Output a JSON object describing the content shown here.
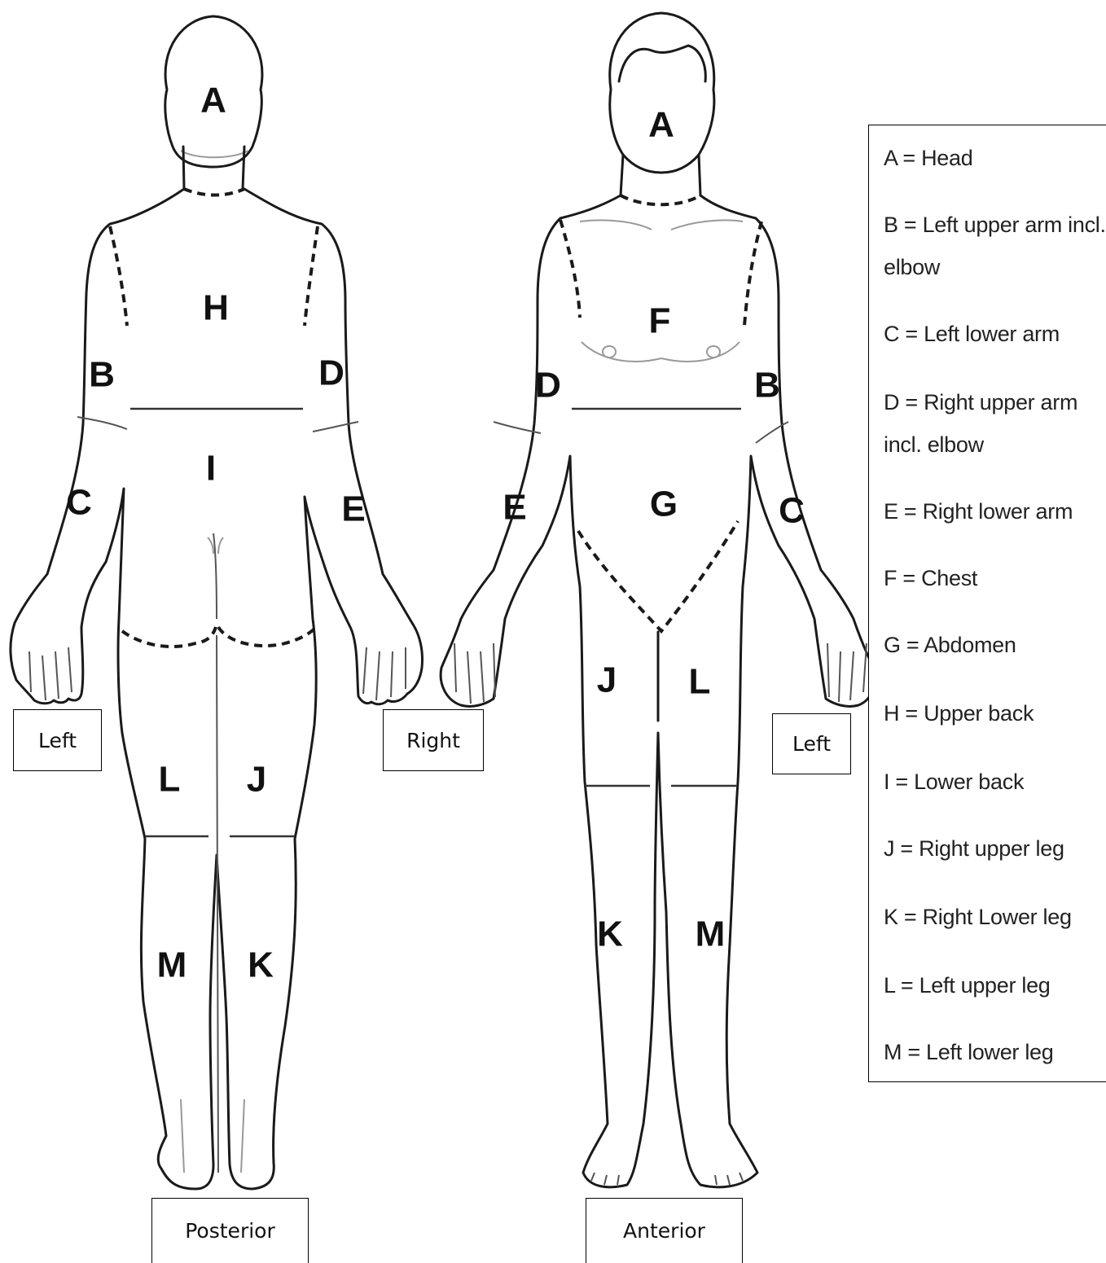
{
  "posterior": {
    "regions": [
      "A",
      "H",
      "B",
      "D",
      "I",
      "C",
      "E",
      "L",
      "J",
      "M",
      "K"
    ],
    "side_left": "Left",
    "side_right": "Right",
    "caption": "Posterior"
  },
  "anterior": {
    "regions": [
      "A",
      "F",
      "D",
      "B",
      "G",
      "E",
      "C",
      "J",
      "L",
      "K",
      "M"
    ],
    "side_left": "Left",
    "caption": "Anterior"
  },
  "legend": [
    "A = Head",
    "B = Left upper arm incl. elbow",
    "C = Left lower arm",
    "D = Right upper arm incl. elbow",
    "E = Right lower arm",
    "F = Chest",
    "G = Abdomen",
    "H = Upper back",
    "I = Lower back",
    "J = Right upper leg",
    "K = Right Lower leg",
    "L = Left upper leg",
    "M = Left lower leg"
  ]
}
